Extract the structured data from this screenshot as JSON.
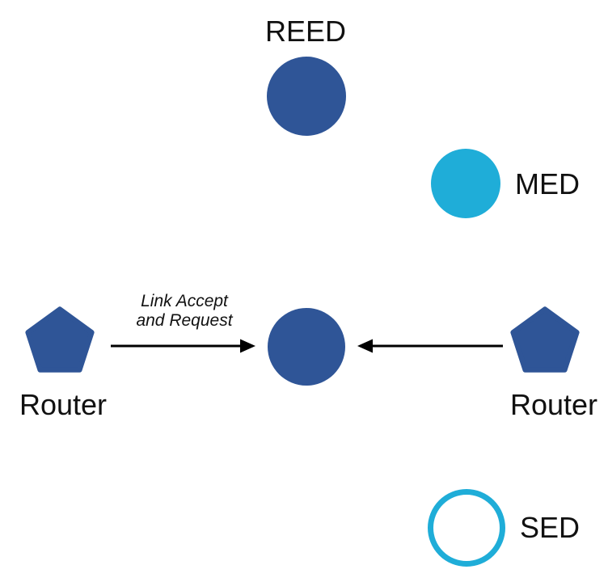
{
  "diagram": {
    "type": "network-topology",
    "background_color": "#ffffff",
    "colors": {
      "node_blue": "#2F5597",
      "node_cyan": "#1FADD8",
      "arrow": "#000000",
      "label": "#111111"
    },
    "nodes": {
      "reed": {
        "label": "REED",
        "shape": "filled-circle-blue"
      },
      "med": {
        "label": "MED",
        "shape": "filled-circle-cyan"
      },
      "router_left": {
        "label": "Router",
        "shape": "pentagon-blue"
      },
      "center": {
        "label": "",
        "shape": "filled-circle-blue"
      },
      "router_right": {
        "label": "Router",
        "shape": "pentagon-blue"
      },
      "sed": {
        "label": "SED",
        "shape": "outlined-circle-cyan"
      }
    },
    "edges": {
      "left_to_center": {
        "from": "router_left",
        "to": "center",
        "direction": "right",
        "label_line1": "Link Accept",
        "label_line2": "and Request"
      },
      "right_to_center": {
        "from": "router_right",
        "to": "center",
        "direction": "left",
        "label_line1": "",
        "label_line2": ""
      }
    }
  }
}
